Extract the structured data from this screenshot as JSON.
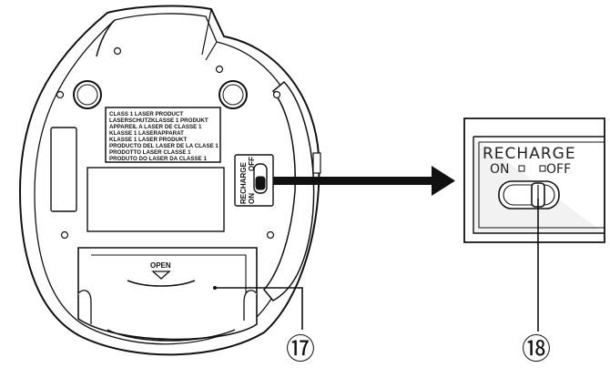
{
  "device": {
    "laser_label_lines": [
      "CLASS 1 LASER PRODUCT",
      "LASERSCHUTZKLASSE 1 PRODUKT",
      "APPAREIL A LASER DE CLASSE 1",
      "KLASSE 1 LASERAPPARAT",
      "KLASSE 1 LASER PRODUKT",
      "PRODUCTO DEL LASER DE LA CLASE 1",
      "PRODOTTO LASER CLASSE 1",
      "PRODUTO DO LASER DA CLASSE 1"
    ],
    "switch_label_title": "RECHARGE",
    "switch_label_on": "ON",
    "switch_label_off": "OFF",
    "door_label": "OPEN"
  },
  "enlarged_panel": {
    "title": "RECHARGE",
    "on_label": "ON",
    "off_label": "OFF"
  },
  "callouts": [
    {
      "number": "⑰",
      "target": "battery door"
    },
    {
      "number": "⑱",
      "target": "recharge switch"
    }
  ],
  "colors": {
    "ink": "#111111",
    "body_fill": "#ffffff",
    "panel_fill": "#f2f2f2"
  }
}
